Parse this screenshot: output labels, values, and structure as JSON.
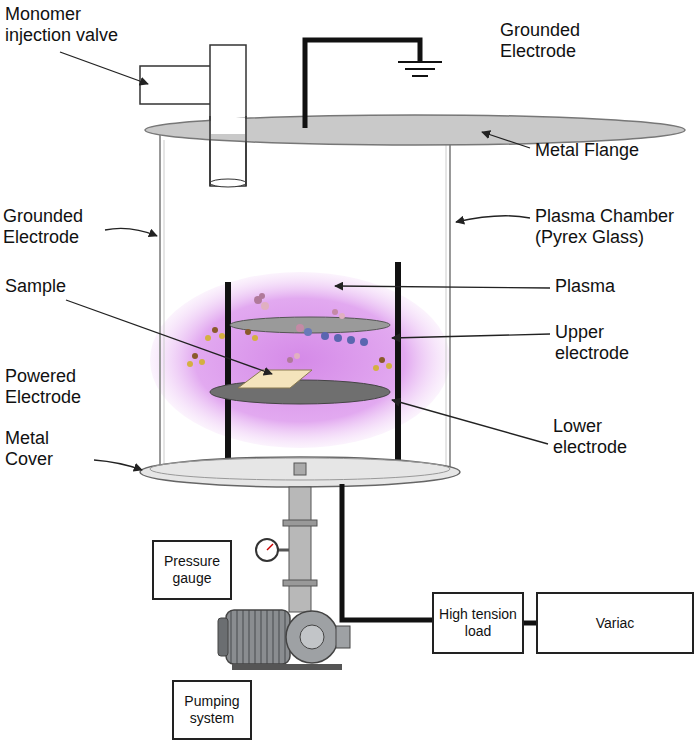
{
  "diagram": {
    "nodes": [
      {
        "text": [
          "Pressure gauge"
        ]
      },
      {
        "text": [
          "Pumping system"
        ]
      },
      {
        "text": [
          "High tension load"
        ]
      },
      {
        "text": [
          "Variac"
        ]
      }
    ],
    "edges": [
      {
        "from": 2,
        "to": 3,
        "arrow": "none"
      }
    ],
    "labels": [
      "Monomer injection valve",
      "Grounded Electrode",
      "Metal Flange",
      "Grounded Electrode",
      "Plasma Chamber (Pyrex Glass)",
      "Plasma",
      "Sample",
      "Upper electrode",
      "Powered Electrode",
      "Lower electrode",
      "Metal Cover"
    ]
  }
}
